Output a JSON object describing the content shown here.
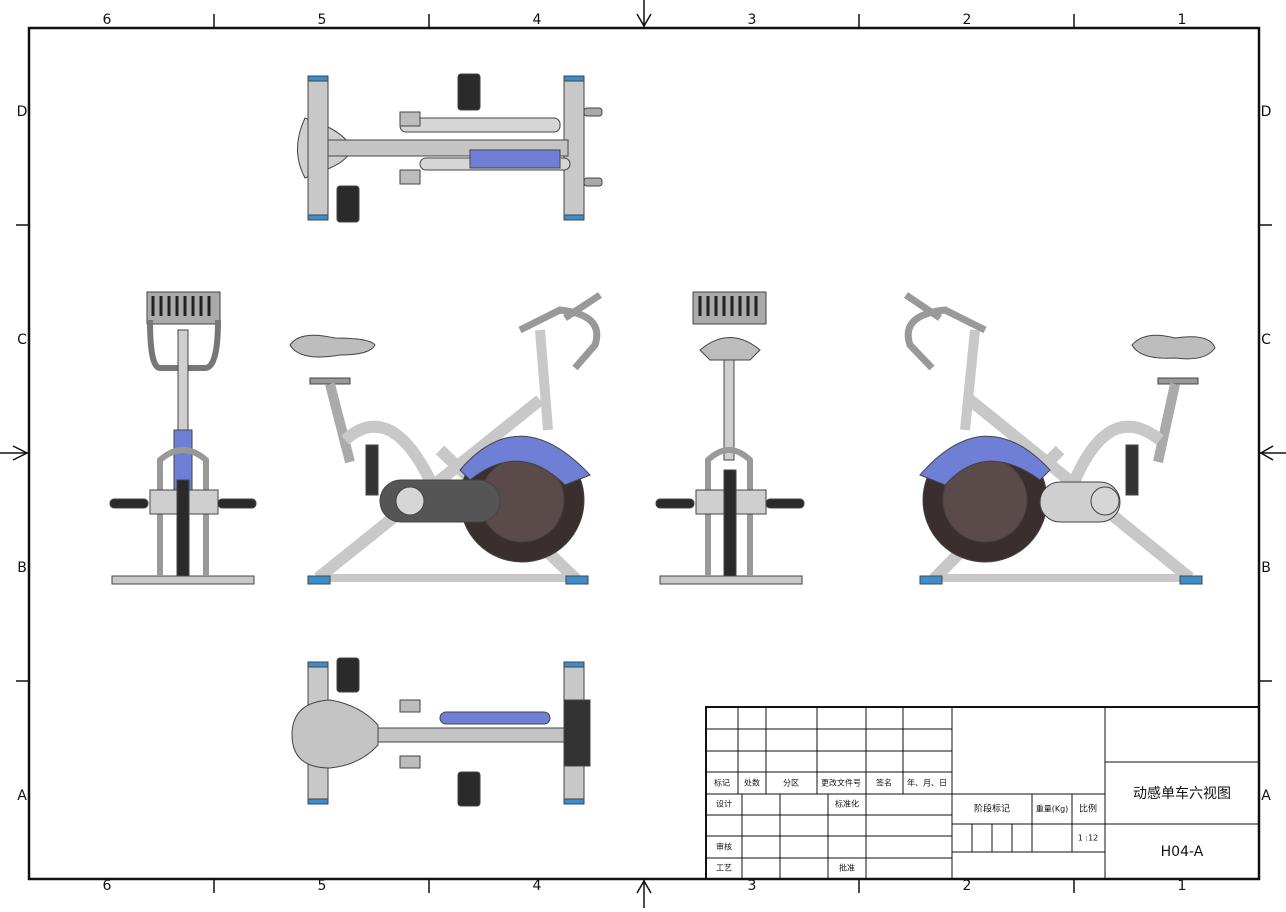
{
  "sheet": {
    "column_labels": [
      "6",
      "5",
      "4",
      "3",
      "2",
      "1"
    ],
    "row_labels": [
      "D",
      "C",
      "B",
      "A"
    ]
  },
  "title_block": {
    "title": "动感单车六视图",
    "drawing_number": "H04-A",
    "scale": "1 :12",
    "stage_mark": "阶段标记",
    "weight": "重量(Kg)",
    "ratio": "比例",
    "rev_headers": [
      "标记",
      "处数",
      "分区",
      "更改文件号",
      "签名",
      "年、月、日"
    ],
    "design": "设计",
    "standardization": "标准化",
    "review": "审核",
    "process": "工艺",
    "approve": "批准"
  },
  "colors": {
    "frame": "#b9b9b9",
    "frame_dark": "#6d6d6d",
    "accent_blue": "#6f7fd6",
    "flywheel": "#3a2e2e",
    "cap_blue": "#3b8fd0"
  }
}
